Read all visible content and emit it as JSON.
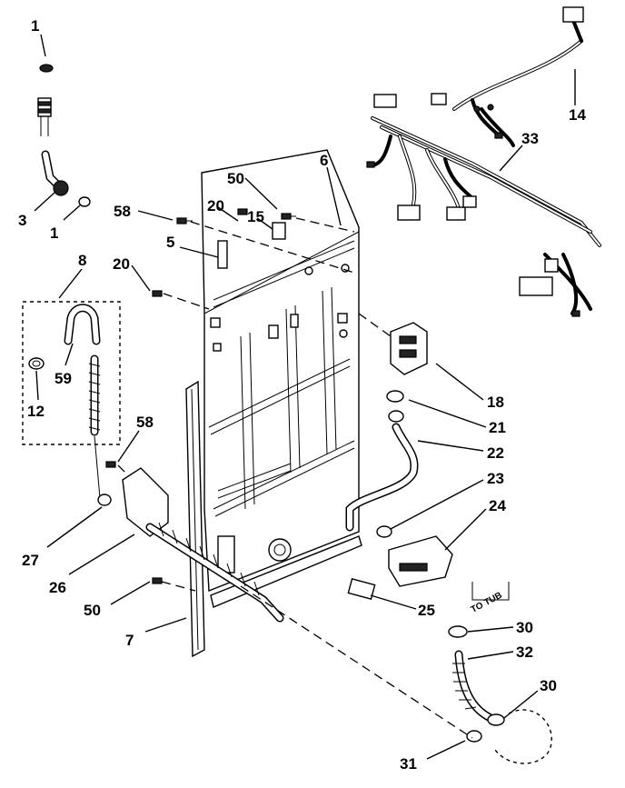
{
  "labels": {
    "c1": "1",
    "c1b": "1",
    "c3": "3",
    "c5": "5",
    "c6": "6",
    "c7": "7",
    "c8": "8",
    "c12": "12",
    "c14": "14",
    "c15": "15",
    "c18": "18",
    "c20a": "20",
    "c20b": "20",
    "c21": "21",
    "c22": "22",
    "c23": "23",
    "c24": "24",
    "c25": "25",
    "c26": "26",
    "c27": "27",
    "c30a": "30",
    "c30b": "30",
    "c31": "31",
    "c32": "32",
    "c33": "33",
    "c50a": "50",
    "c50b": "50",
    "c58a": "58",
    "c58b": "58",
    "c59": "59"
  },
  "annotations": {
    "to_tub": "TO TUB"
  }
}
